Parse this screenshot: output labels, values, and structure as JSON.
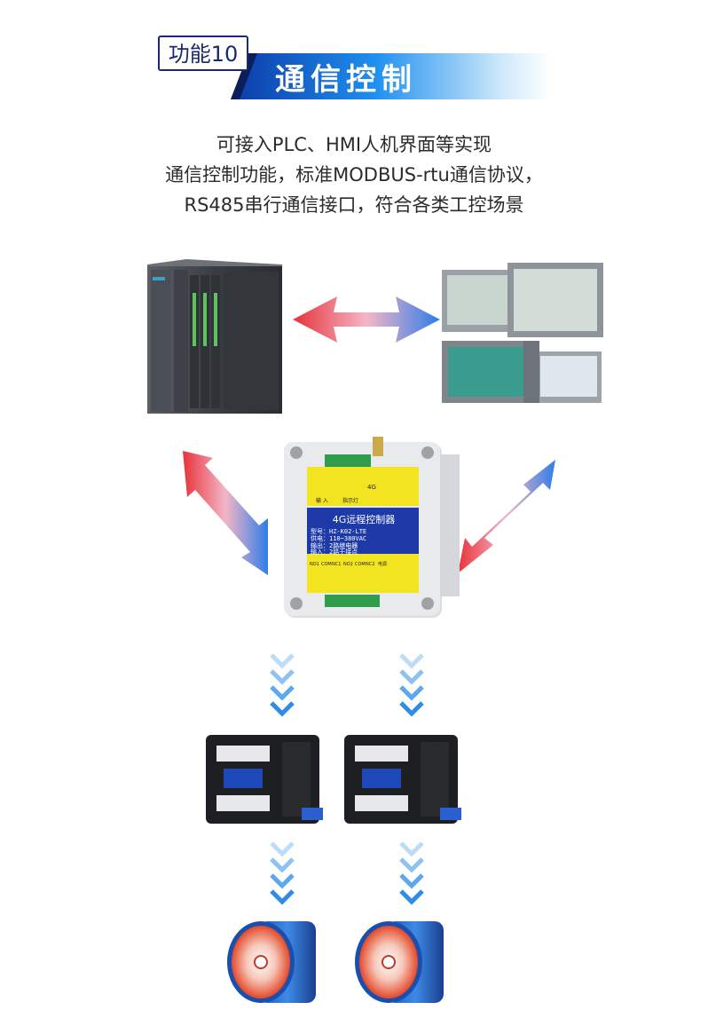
{
  "header": {
    "badge": "功能10",
    "title": "通信控制"
  },
  "description": {
    "line1": "可接入PLC、HMI人机界面等实现",
    "line2": "通信控制功能，标准MODBUS-rtu通信协议，",
    "line3": "RS485串行通信接口，符合各类工控场景"
  },
  "device": {
    "name": "4G远程控制器",
    "model": "型号：HZ-K02-LTE",
    "power": "供电：110~380VAC",
    "output": "输出：2路继电器",
    "input": "输入：2路干接点",
    "antenna_label": "4G",
    "terminal_labels": [
      "NO1",
      "COM",
      "NC1",
      "NO2",
      "COM",
      "NC2",
      "电源"
    ],
    "top_label_left": "输 入",
    "top_label_right": "指示灯"
  },
  "colors": {
    "banner_start": "#0b3aa6",
    "banner_mid": "#1e8ff0",
    "arrow_red": "#e8333a",
    "arrow_blue": "#2f7de8",
    "chevron": "#3b9cf0",
    "device_yellow": "#f3e421",
    "device_blue": "#1d3aa8"
  }
}
